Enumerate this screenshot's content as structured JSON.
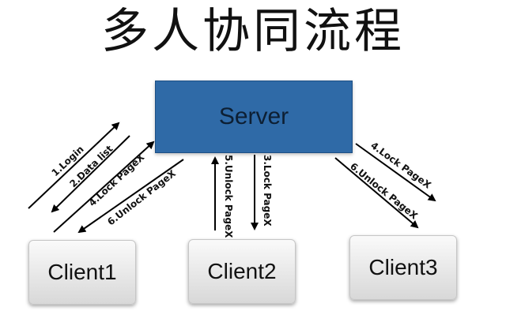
{
  "title": "多人协同流程",
  "server": {
    "label": "Server"
  },
  "clients": [
    {
      "label": "Client1"
    },
    {
      "label": "Client2"
    },
    {
      "label": "Client3"
    }
  ],
  "messages": {
    "login": "1.Login",
    "data_list": "2.Data list",
    "c1_lock": "4.Lock PageX",
    "c1_unlock": "6.Unlock PageX",
    "c2_unlock": "5.Unlock PageX",
    "c2_lock": "3.Lock PageX",
    "c3_lock": "4.Lock PageX",
    "c3_unlock": "6.Unlock PageX"
  },
  "colors": {
    "server_fill": "#2f6aa7",
    "arrow": "#000000"
  }
}
